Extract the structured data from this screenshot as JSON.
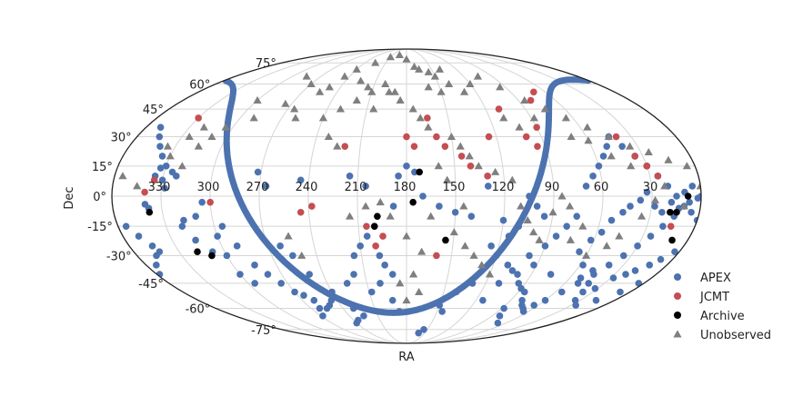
{
  "chart_data": {
    "type": "scatter",
    "projection": "mollweide",
    "title": "",
    "xlabel": "RA",
    "ylabel": "Dec",
    "grid": true,
    "legend_position": "bottom-right",
    "x_ticks": [
      "330",
      "300",
      "270",
      "240",
      "210",
      "180",
      "150",
      "120",
      "90",
      "60",
      "30"
    ],
    "y_ticks": [
      "75°",
      "60°",
      "45°",
      "30°",
      "15°",
      "0°",
      "-15°",
      "-30°",
      "-45°",
      "-60°",
      "-75°"
    ],
    "galactic_plane_color": "#4c72b0",
    "series": [
      {
        "name": "APEX",
        "marker": "circle",
        "color": "#4c72b0",
        "points": [
          [
            340,
            -4
          ],
          [
            338,
            -6
          ],
          [
            335,
            10
          ],
          [
            333,
            14
          ],
          [
            330,
            8
          ],
          [
            328,
            4
          ],
          [
            325,
            12
          ],
          [
            322,
            10
          ],
          [
            318,
            -12
          ],
          [
            310,
            -10
          ],
          [
            305,
            -3
          ],
          [
            300,
            -20
          ],
          [
            295,
            -15
          ],
          [
            300,
            -30
          ],
          [
            285,
            -35
          ],
          [
            280,
            -40
          ],
          [
            275,
            -45
          ],
          [
            270,
            -50
          ],
          [
            265,
            -52
          ],
          [
            260,
            -55
          ],
          [
            255,
            -60
          ],
          [
            250,
            -58
          ],
          [
            245,
            -55
          ],
          [
            240,
            -50
          ],
          [
            230,
            -60
          ],
          [
            225,
            -65
          ],
          [
            215,
            -30
          ],
          [
            210,
            -25
          ],
          [
            205,
            -20
          ],
          [
            200,
            -15
          ],
          [
            198,
            -30
          ],
          [
            195,
            -35
          ],
          [
            190,
            -40
          ],
          [
            188,
            -5
          ],
          [
            185,
            10
          ],
          [
            180,
            15
          ],
          [
            175,
            12
          ],
          [
            170,
            0
          ],
          [
            160,
            -5
          ],
          [
            150,
            -8
          ],
          [
            140,
            -10
          ],
          [
            130,
            5
          ],
          [
            125,
            -25
          ],
          [
            120,
            -30
          ],
          [
            110,
            -35
          ],
          [
            105,
            -38
          ],
          [
            100,
            -40
          ],
          [
            95,
            -45
          ],
          [
            90,
            -48
          ],
          [
            85,
            -50
          ],
          [
            80,
            -55
          ],
          [
            75,
            -58
          ],
          [
            70,
            -60
          ],
          [
            65,
            -62
          ],
          [
            60,
            -55
          ],
          [
            55,
            -50
          ],
          [
            50,
            -45
          ],
          [
            45,
            -40
          ],
          [
            40,
            -35
          ],
          [
            35,
            -30
          ],
          [
            30,
            -25
          ],
          [
            25,
            -20
          ],
          [
            20,
            -15
          ],
          [
            15,
            -10
          ],
          [
            10,
            -5
          ],
          [
            5,
            -8
          ],
          [
            0,
            -12
          ],
          [
            355,
            -15
          ],
          [
            350,
            -20
          ],
          [
            345,
            -25
          ],
          [
            70,
            5
          ],
          [
            65,
            10
          ],
          [
            60,
            15
          ],
          [
            55,
            20
          ],
          [
            50,
            25
          ],
          [
            45,
            30
          ],
          [
            40,
            25
          ],
          [
            35,
            20
          ],
          [
            30,
            15
          ],
          [
            25,
            10
          ],
          [
            20,
            5
          ],
          [
            15,
            0
          ],
          [
            10,
            2
          ],
          [
            5,
            5
          ],
          [
            0,
            0
          ],
          [
            75,
            -10
          ],
          [
            80,
            -15
          ],
          [
            85,
            -20
          ],
          [
            90,
            -25
          ],
          [
            95,
            -10
          ],
          [
            100,
            -5
          ],
          [
            105,
            0
          ],
          [
            110,
            -15
          ],
          [
            115,
            -20
          ],
          [
            120,
            -12
          ],
          [
            58,
            -35
          ],
          [
            52,
            -42
          ],
          [
            48,
            -38
          ],
          [
            42,
            -45
          ],
          [
            38,
            -50
          ],
          [
            32,
            -48
          ],
          [
            28,
            -42
          ],
          [
            22,
            -40
          ],
          [
            18,
            -38
          ],
          [
            12,
            -35
          ],
          [
            8,
            -32
          ],
          [
            3,
            -28
          ],
          [
            66,
            -28
          ],
          [
            62,
            -22
          ],
          [
            57,
            -18
          ],
          [
            53,
            -12
          ],
          [
            47,
            -8
          ],
          [
            43,
            -5
          ],
          [
            37,
            -2
          ],
          [
            33,
            2
          ],
          [
            28,
            -5
          ],
          [
            23,
            -8
          ],
          [
            18,
            -3
          ],
          [
            13,
            -6
          ],
          [
            7,
            -3
          ],
          [
            2,
            -1
          ],
          [
            350,
            35
          ],
          [
            345,
            30
          ],
          [
            340,
            25
          ],
          [
            335,
            20
          ],
          [
            330,
            15
          ],
          [
            272,
            12
          ],
          [
            266,
            5
          ],
          [
            245,
            8
          ],
          [
            215,
            10
          ],
          [
            205,
            5
          ],
          [
            192,
            -55
          ],
          [
            187,
            -62
          ],
          [
            160,
            -78
          ],
          [
            155,
            -75
          ],
          [
            240,
            -70
          ],
          [
            235,
            -68
          ],
          [
            262,
            -60
          ],
          [
            268,
            -65
          ],
          [
            88,
            -60
          ],
          [
            82,
            -65
          ],
          [
            70,
            -70
          ],
          [
            64,
            -58
          ],
          [
            76,
            -40
          ],
          [
            92,
            -35
          ],
          [
            98,
            -30
          ],
          [
            110,
            -45
          ],
          [
            114,
            -55
          ],
          [
            130,
            -45
          ],
          [
            140,
            -50
          ],
          [
            150,
            -58
          ],
          [
            145,
            -62
          ],
          [
            200,
            -45
          ],
          [
            208,
            -50
          ],
          [
            218,
            -40
          ],
          [
            225,
            -45
          ],
          [
            250,
            -40
          ],
          [
            256,
            -30
          ],
          [
            262,
            -25
          ],
          [
            290,
            -25
          ],
          [
            295,
            -45
          ],
          [
            300,
            -40
          ],
          [
            308,
            -28
          ],
          [
            315,
            -22
          ],
          [
            320,
            -15
          ],
          [
            34,
            -55
          ],
          [
            26,
            -58
          ],
          [
            16,
            -55
          ],
          [
            8,
            -50
          ],
          [
            4,
            -45
          ],
          [
            358,
            -40
          ],
          [
            353,
            -35
          ],
          [
            347,
            -30
          ],
          [
            343,
            -28
          ]
        ]
      },
      {
        "name": "JCMT",
        "marker": "circle",
        "color": "#c44e52",
        "points": [
          [
            340,
            2
          ],
          [
            335,
            8
          ],
          [
            330,
            40
          ],
          [
            300,
            -3
          ],
          [
            245,
            -8
          ],
          [
            238,
            -5
          ],
          [
            220,
            25
          ],
          [
            205,
            -15
          ],
          [
            200,
            -25
          ],
          [
            195,
            -20
          ],
          [
            180,
            30
          ],
          [
            175,
            25
          ],
          [
            165,
            40
          ],
          [
            160,
            30
          ],
          [
            155,
            25
          ],
          [
            145,
            20
          ],
          [
            140,
            15
          ],
          [
            130,
            10
          ],
          [
            125,
            30
          ],
          [
            110,
            45
          ],
          [
            100,
            30
          ],
          [
            95,
            25
          ],
          [
            90,
            35
          ],
          [
            80,
            50
          ],
          [
            70,
            55
          ],
          [
            40,
            30
          ],
          [
            35,
            20
          ],
          [
            30,
            15
          ],
          [
            25,
            10
          ],
          [
            160,
            -30
          ],
          [
            15,
            -15
          ]
        ]
      },
      {
        "name": "Archive",
        "marker": "circle",
        "color": "#000000",
        "points": [
          [
            338,
            -8
          ],
          [
            318,
            -28
          ],
          [
            310,
            -30
          ],
          [
            200,
            -15
          ],
          [
            198,
            -10
          ],
          [
            176,
            -3
          ],
          [
            172,
            12
          ],
          [
            155,
            -22
          ],
          [
            18,
            -8
          ],
          [
            14,
            -8
          ],
          [
            8,
            0
          ],
          [
            10,
            -22
          ]
        ]
      },
      {
        "name": "Unobserved",
        "marker": "triangle",
        "color": "#7f7f7f",
        "points": [
          [
            335,
            25
          ],
          [
            330,
            20
          ],
          [
            325,
            30
          ],
          [
            320,
            35
          ],
          [
            315,
            25
          ],
          [
            310,
            30
          ],
          [
            300,
            50
          ],
          [
            285,
            65
          ],
          [
            270,
            60
          ],
          [
            255,
            55
          ],
          [
            240,
            70
          ],
          [
            225,
            75
          ],
          [
            210,
            80
          ],
          [
            195,
            82
          ],
          [
            180,
            78
          ],
          [
            165,
            70
          ],
          [
            150,
            65
          ],
          [
            140,
            60
          ],
          [
            130,
            55
          ],
          [
            120,
            60
          ],
          [
            105,
            65
          ],
          [
            95,
            58
          ],
          [
            85,
            50
          ],
          [
            75,
            45
          ],
          [
            65,
            40
          ],
          [
            55,
            35
          ],
          [
            45,
            30
          ],
          [
            35,
            25
          ],
          [
            25,
            22
          ],
          [
            15,
            18
          ],
          [
            5,
            15
          ],
          [
            355,
            10
          ],
          [
            345,
            5
          ],
          [
            240,
            40
          ],
          [
            230,
            45
          ],
          [
            220,
            50
          ],
          [
            210,
            55
          ],
          [
            200,
            60
          ],
          [
            190,
            55
          ],
          [
            185,
            50
          ],
          [
            175,
            45
          ],
          [
            170,
            40
          ],
          [
            165,
            35
          ],
          [
            150,
            30
          ],
          [
            145,
            25
          ],
          [
            140,
            20
          ],
          [
            135,
            15
          ],
          [
            125,
            12
          ],
          [
            115,
            8
          ],
          [
            110,
            -5
          ],
          [
            105,
            -12
          ],
          [
            100,
            -18
          ],
          [
            95,
            -22
          ],
          [
            120,
            -40
          ],
          [
            128,
            -35
          ],
          [
            135,
            -30
          ],
          [
            142,
            -25
          ],
          [
            150,
            -18
          ],
          [
            170,
            -28
          ],
          [
            180,
            -20
          ],
          [
            190,
            -10
          ],
          [
            196,
            -3
          ],
          [
            250,
            -30
          ],
          [
            255,
            -20
          ],
          [
            205,
            -5
          ],
          [
            215,
            -10
          ],
          [
            225,
            25
          ],
          [
            232,
            30
          ],
          [
            260,
            40
          ],
          [
            265,
            45
          ],
          [
            275,
            48
          ],
          [
            290,
            40
          ],
          [
            305,
            35
          ],
          [
            320,
            15
          ],
          [
            45,
            -20
          ],
          [
            50,
            -25
          ],
          [
            60,
            -30
          ],
          [
            35,
            -10
          ],
          [
            28,
            -2
          ],
          [
            22,
            5
          ],
          [
            10,
            -5
          ],
          [
            0,
            5
          ],
          [
            70,
            -15
          ],
          [
            75,
            -22
          ],
          [
            80,
            -5
          ],
          [
            85,
            0
          ],
          [
            90,
            -8
          ],
          [
            160,
            15
          ],
          [
            155,
            8
          ],
          [
            145,
            -5
          ],
          [
            165,
            -10
          ],
          [
            175,
            -40
          ],
          [
            185,
            -45
          ],
          [
            180,
            -55
          ],
          [
            170,
            -50
          ],
          [
            195,
            55
          ],
          [
            205,
            45
          ],
          [
            215,
            58
          ],
          [
            225,
            62
          ],
          [
            245,
            65
          ],
          [
            250,
            58
          ],
          [
            140,
            70
          ],
          [
            155,
            68
          ],
          [
            170,
            72
          ],
          [
            160,
            58
          ],
          [
            150,
            55
          ],
          [
            110,
            40
          ],
          [
            102,
            35
          ],
          [
            88,
            40
          ],
          [
            70,
            30
          ],
          [
            60,
            28
          ],
          [
            50,
            20
          ],
          [
            40,
            15
          ]
        ]
      }
    ]
  }
}
